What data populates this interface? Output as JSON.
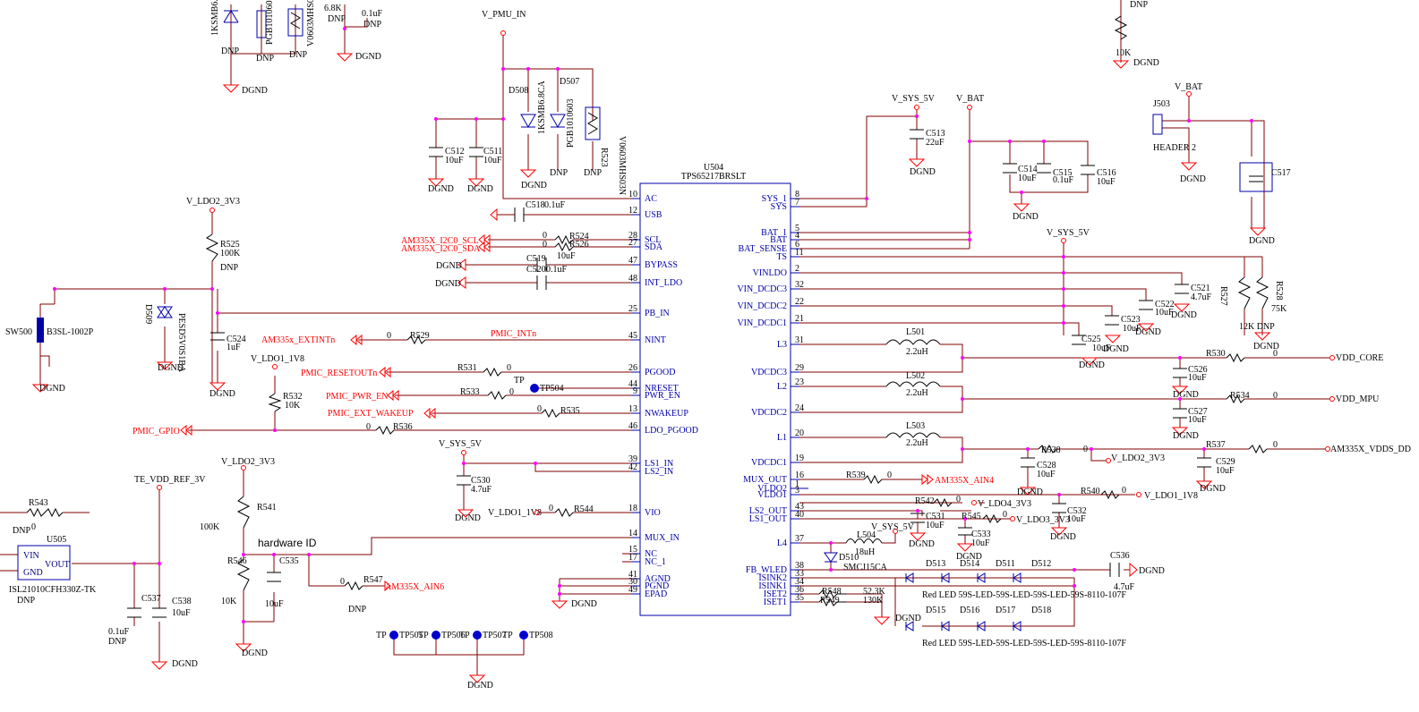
{
  "chip": {
    "ref": "U504",
    "part": "TPS65217BRSLT"
  },
  "left_pins": [
    {
      "num": "10",
      "name": "AC"
    },
    {
      "num": "12",
      "name": "USB"
    },
    {
      "num": "28",
      "name": "SCL"
    },
    {
      "num": "27",
      "name": "SDA"
    },
    {
      "num": "47",
      "name": "BYPASS"
    },
    {
      "num": "48",
      "name": "INT_LDO"
    },
    {
      "num": "25",
      "name": "PB_IN"
    },
    {
      "num": "45",
      "name": "NINT"
    },
    {
      "num": "26",
      "name": "PGOOD"
    },
    {
      "num": "44",
      "name": "NRESET"
    },
    {
      "num": "9",
      "name": "PWR_EN"
    },
    {
      "num": "13",
      "name": "NWAKEUP"
    },
    {
      "num": "46",
      "name": "LDO_PGOOD"
    },
    {
      "num": "39",
      "name": "LS1_IN"
    },
    {
      "num": "42",
      "name": "LS2_IN"
    },
    {
      "num": "18",
      "name": "VIO"
    },
    {
      "num": "14",
      "name": "MUX_IN"
    },
    {
      "num": "15",
      "name": "NC"
    },
    {
      "num": "17",
      "name": "NC_1"
    },
    {
      "num": "41",
      "name": "AGND"
    },
    {
      "num": "30",
      "name": "PGND"
    },
    {
      "num": "49",
      "name": "EPAD"
    }
  ],
  "right_pins": [
    {
      "num": "8",
      "name": "SYS_1"
    },
    {
      "num": "7",
      "name": "SYS"
    },
    {
      "num": "5",
      "name": "BAT_1"
    },
    {
      "num": "4",
      "name": "BAT"
    },
    {
      "num": "6",
      "name": "BAT_SENSE"
    },
    {
      "num": "11",
      "name": "TS"
    },
    {
      "num": "2",
      "name": "VINLDO"
    },
    {
      "num": "32",
      "name": "VIN_DCDC3"
    },
    {
      "num": "22",
      "name": "VIN_DCDC2"
    },
    {
      "num": "21",
      "name": "VIN_DCDC1"
    },
    {
      "num": "31",
      "name": "L3"
    },
    {
      "num": "29",
      "name": "VDCDC3"
    },
    {
      "num": "23",
      "name": "L2"
    },
    {
      "num": "24",
      "name": "VDCDC2"
    },
    {
      "num": "20",
      "name": "L1"
    },
    {
      "num": "19",
      "name": "VDCDC1"
    },
    {
      "num": "16",
      "name": "MUX_OUT"
    },
    {
      "num": "1",
      "name": "VLDO2"
    },
    {
      "num": "3",
      "name": "VLDO1"
    },
    {
      "num": "43",
      "name": "LS2_OUT"
    },
    {
      "num": "40",
      "name": "LS1_OUT"
    },
    {
      "num": "37",
      "name": "L4"
    },
    {
      "num": "38",
      "name": "FB_WLED"
    },
    {
      "num": "33",
      "name": "ISINK2"
    },
    {
      "num": "34",
      "name": "ISINK1"
    },
    {
      "num": "36",
      "name": "ISET2"
    },
    {
      "num": "35",
      "name": "ISET1"
    }
  ],
  "net_labels": {
    "v_pmu_in": "V_PMU_IN",
    "v_sys_5v_top": "V_SYS_5V",
    "v_bat_mid": "V_BAT",
    "v_bat_right": "V_BAT",
    "v_sys_5v_ts": "V_SYS_5V",
    "v_ldo2_3v3_a": "V_LDO2_3V3",
    "v_ldo1_1v8_a": "V_LDO1_1V8",
    "v_sys_5v_ls": "V_SYS_5V",
    "v_ldo1_1v8_vio": "V_LDO1_1V8",
    "v_ldo2_3v3_b": "V_LDO2_3V3",
    "te_vdd_ref": "TE_VDD_REF_3V",
    "vdd_core": "VDD_CORE",
    "vdd_mpu": "VDD_MPU",
    "am335x_vdds": "AM335X_VDDS_DD",
    "v_ldo2_3v3_out": "V_LDO2_3V3",
    "v_ldo1_1v8_out": "V_LDO1_1V8",
    "v_ldo4_3v3": "V_LDO4_3V3",
    "v_ldo3_3v3": "V_LDO3_3V3",
    "v_sys_5v_l4": "V_SYS_5V"
  },
  "red_nets": {
    "scl": "AM335X_I2C0_SCL",
    "sda": "AM335X_I2C0_SDA",
    "extint": "AM335x_EXTINTn",
    "pmic_intn": "PMIC_INTn",
    "resetout": "PMIC_RESETOUTn",
    "pwr_en": "PMIC_PWR_EN",
    "ext_wakeup": "PMIC_EXT_WAKEUP",
    "gpio": "PMIC_GPIO",
    "ain4": "AM335X_AIN4",
    "ain6": "AM335X_AIN6"
  },
  "gnd": "DGND",
  "dnp": "DNP",
  "parts": {
    "c512": "C512",
    "c512v": "10uF",
    "c511": "C511",
    "c511v": "10uF",
    "d508": "D508",
    "d507": "D507",
    "d508p": "1KSMB6.8CA",
    "d507p": "PGB1010603",
    "r523": "R523",
    "r523p": "V0603MHS03N",
    "c518": "C518",
    "c518v": "0.1uF",
    "r524": "R524",
    "r526": "R526",
    "r526v": "10uF",
    "zero": "0",
    "c519": "C519",
    "c520": "C520",
    "c520v": "0.1uF",
    "r525": "R525",
    "r525v": "100K",
    "sw500": "SW500",
    "sw500p": "B3SL-1002P",
    "d509": "D509",
    "d509p": "PESD5V0S1BA",
    "c524": "C524",
    "c524v": "1uF",
    "r529": "R529",
    "r531": "R531",
    "r533": "R533",
    "r535": "R535",
    "r536": "R536",
    "r532": "R532",
    "r532v": "10K",
    "tp": "TP",
    "tp504": "TP504",
    "c530": "C530",
    "c530v": "4.7uF",
    "r544": "R544",
    "r543": "R543",
    "u505": "U505",
    "u505p": "ISL21010CFH330Z-TK",
    "vin": "VIN",
    "vout": "VOUT",
    "gnd_pin": "GND",
    "c537": "C537",
    "c537v": "0.1uF",
    "c538": "C538",
    "c538v": "10uF",
    "r541": "R541",
    "r541v": "100K",
    "r546": "R546",
    "r546v": "10K",
    "c535": "C535",
    "c535v": "10uF",
    "hwid": "hardware ID",
    "r547": "R547",
    "tp505": "TP505",
    "tp506": "TP506",
    "tp507": "TP507",
    "tp508": "TP508",
    "c513": "C513",
    "c513v": "22uF",
    "c514": "C514",
    "c514v": "10uF",
    "c515": "C515",
    "c515v": "0.1uF",
    "c516": "C516",
    "c516v": "10uF",
    "j503": "J503",
    "header": "HEADER 2",
    "c517": "C517",
    "r527": "R527",
    "r527v": "12K DNP",
    "r528": "R528",
    "r528v": "75K",
    "c521": "C521",
    "c521v": "4.7uF",
    "c522": "C522",
    "c522v": "10uF",
    "c523": "C523",
    "c523v": "10uF",
    "c525": "C525",
    "c525v": "10uF",
    "l501": "L501",
    "l502": "L502",
    "l503": "L503",
    "lv": "2.2uH",
    "r530": "R530",
    "r534": "R534",
    "r537": "R537",
    "r538": "R538",
    "c526": "C526",
    "c526v": "10uF",
    "c527": "C527",
    "c527v": "10uF",
    "c528": "C528",
    "c528v": "10uF",
    "c529": "C529",
    "c529v": "10uF",
    "r539": "R539",
    "r540": "R540",
    "r542": "R542",
    "r545": "R545",
    "c531": "C531",
    "c531v": "10uF",
    "c532": "C532",
    "c532v": "10uF",
    "c533": "C533",
    "c533v": "10uF",
    "l504": "L504",
    "l504v": "18uH",
    "d510": "D510",
    "d510p": "SMCJ15CA",
    "c536": "C536",
    "c536v": "4.7uF",
    "d513": "D513",
    "d514": "D514",
    "d511": "D511",
    "d512": "D512",
    "d515": "D515",
    "d516": "D516",
    "d517": "D517",
    "d518": "D518",
    "led_row1": "Red LED 59S-LED-59S-LED-59S-LED-59S-8110-107F",
    "led_row2": "Red LED 59S-LED-59S-LED-59S-LED-59S-8110-107F",
    "r548": "R548",
    "r548v": "52.3K",
    "r549": "R549",
    "r549v": "130K",
    "v68k": "6.8K",
    "v01uf": "0.1uF",
    "v10k": "10K"
  }
}
